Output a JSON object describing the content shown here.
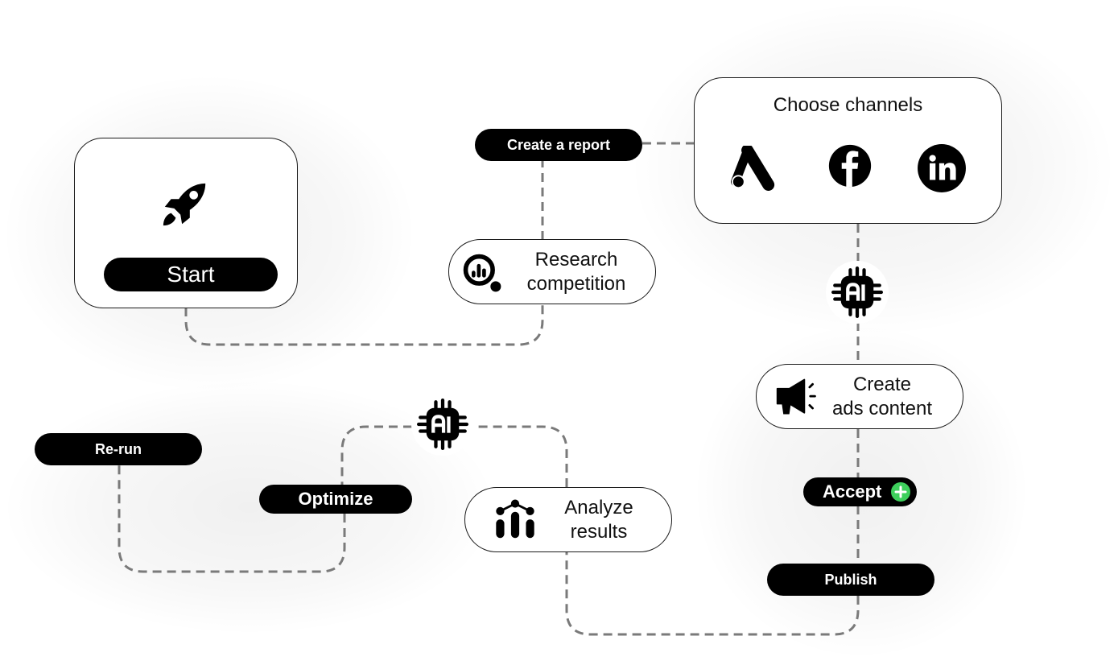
{
  "diagram": {
    "nodes": {
      "start": {
        "label": "Start",
        "icon": "rocket-icon"
      },
      "create_report": {
        "label": "Create a report"
      },
      "research": {
        "line1": "Research",
        "line2": "competition",
        "icon": "search-chart-icon"
      },
      "choose_channels": {
        "title": "Choose channels",
        "channels": [
          {
            "name": "Google Ads",
            "icon": "google-ads-icon"
          },
          {
            "name": "Facebook",
            "icon": "facebook-icon"
          },
          {
            "name": "LinkedIn",
            "icon": "linkedin-icon",
            "glyph": "in"
          }
        ]
      },
      "ai_top": {
        "label": "AI",
        "icon": "ai-chip-icon"
      },
      "create_ads": {
        "line1": "Create",
        "line2": "ads content",
        "icon": "megaphone-icon"
      },
      "accept": {
        "label": "Accept",
        "icon": "plus-circle-icon",
        "icon_color": "#3ecf5c"
      },
      "publish": {
        "label": "Publish"
      },
      "analyze": {
        "line1": "Analyze",
        "line2": "results",
        "icon": "analytics-icon"
      },
      "ai_bottom": {
        "label": "AI",
        "icon": "ai-chip-icon"
      },
      "optimize": {
        "label": "Optimize"
      },
      "rerun": {
        "label": "Re-run"
      }
    },
    "edges": [
      [
        "start",
        "research"
      ],
      [
        "research",
        "create_report"
      ],
      [
        "create_report",
        "choose_channels"
      ],
      [
        "choose_channels",
        "ai_top"
      ],
      [
        "ai_top",
        "create_ads"
      ],
      [
        "create_ads",
        "accept"
      ],
      [
        "accept",
        "publish"
      ],
      [
        "publish",
        "analyze"
      ],
      [
        "analyze",
        "ai_bottom"
      ],
      [
        "ai_bottom",
        "optimize"
      ],
      [
        "optimize",
        "rerun"
      ]
    ],
    "colors": {
      "connector": "#7a7a7a",
      "node_fill": "#000000",
      "accent_green": "#3ecf5c"
    }
  }
}
